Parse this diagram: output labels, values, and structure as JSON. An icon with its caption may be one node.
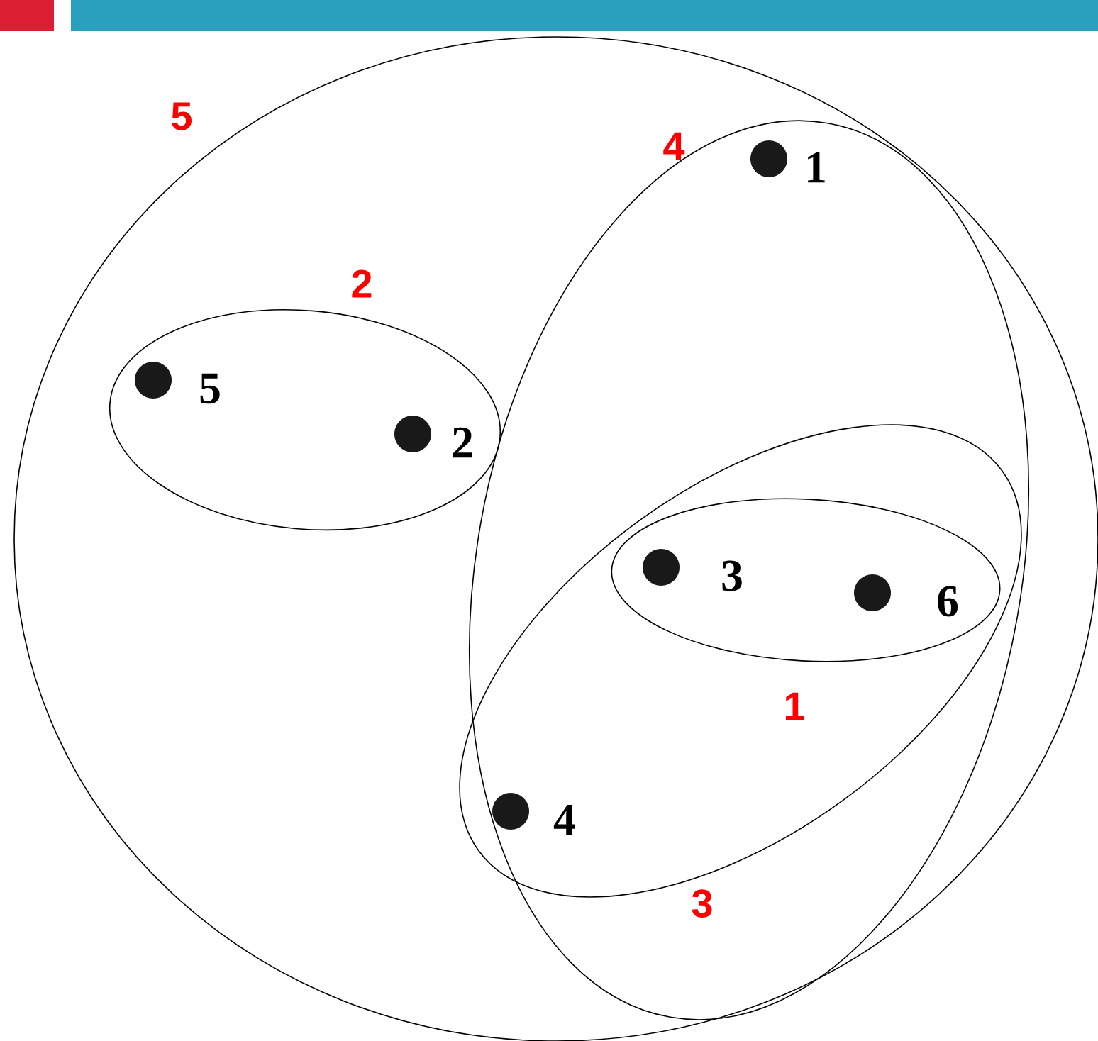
{
  "diagram": {
    "nodes": [
      {
        "text": [
          "5"
        ]
      },
      {
        "text": [
          "4"
        ],
        "in": 0
      },
      {
        "text": [],
        "shape": "circle",
        "beside": [
          "1"
        ],
        "in": 1
      },
      {
        "text": [
          "2"
        ],
        "in": 0
      },
      {
        "text": [],
        "shape": "circle",
        "beside": [
          "5"
        ],
        "in": 3
      },
      {
        "text": [],
        "shape": "circle",
        "beside": [
          "2"
        ],
        "in": 3
      },
      {
        "text": [
          "3"
        ],
        "in": 1
      },
      {
        "text": [
          "1"
        ],
        "in": 6
      },
      {
        "text": [],
        "shape": "circle",
        "beside": [
          "3"
        ],
        "in": 7
      },
      {
        "text": [],
        "shape": "circle",
        "beside": [
          "6"
        ],
        "in": 7
      },
      {
        "text": [],
        "shape": "circle",
        "beside": [
          "4"
        ],
        "in": 6
      }
    ]
  }
}
